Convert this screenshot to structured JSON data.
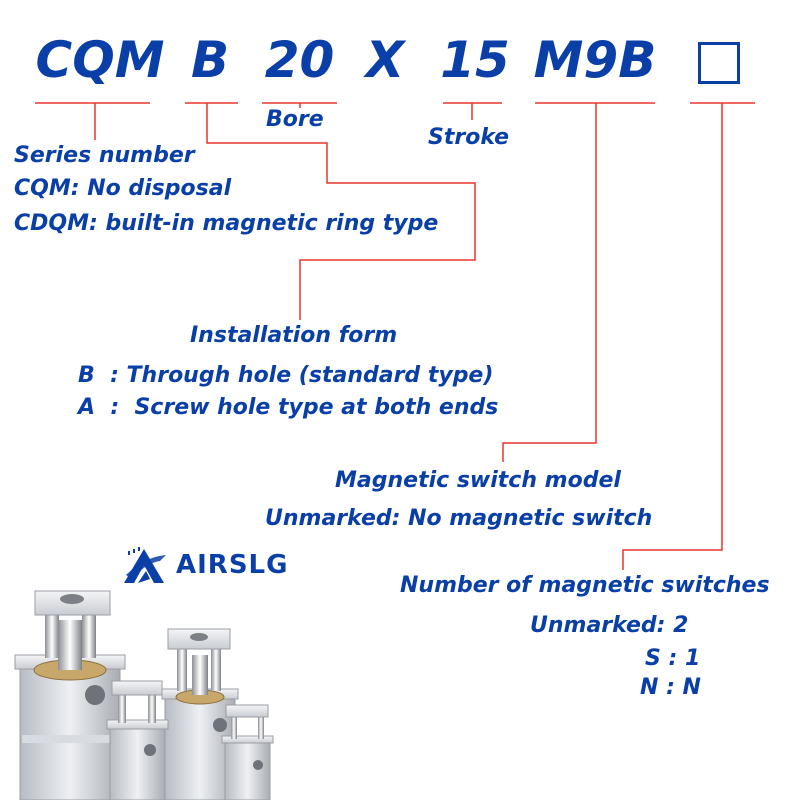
{
  "code_parts": [
    "CQM",
    "B",
    "20",
    "X",
    "15",
    "M9B"
  ],
  "labels": {
    "bore": "Bore",
    "stroke": "Stroke"
  },
  "series": {
    "title": "Series number",
    "line1": "CQM: No disposal",
    "line2": "CDQM: built-in magnetic ring type"
  },
  "installation": {
    "title": "Installation form",
    "line1": "B  : Through hole (standard type)",
    "line2": "A  :  Screw hole type at both ends"
  },
  "switch_model": {
    "title": "Magnetic switch model",
    "line1": "Unmarked: No magnetic switch"
  },
  "switch_count": {
    "title": "Number of magnetic switches",
    "line1": "Unmarked: 2",
    "line2": "S : 1",
    "line3": "N : N"
  },
  "brand": {
    "name": "AIRSLG",
    "logo_icon": "airslg-logo-icon"
  },
  "colors": {
    "text": "#0a3fa8",
    "leader_lines": "#e8362d"
  }
}
